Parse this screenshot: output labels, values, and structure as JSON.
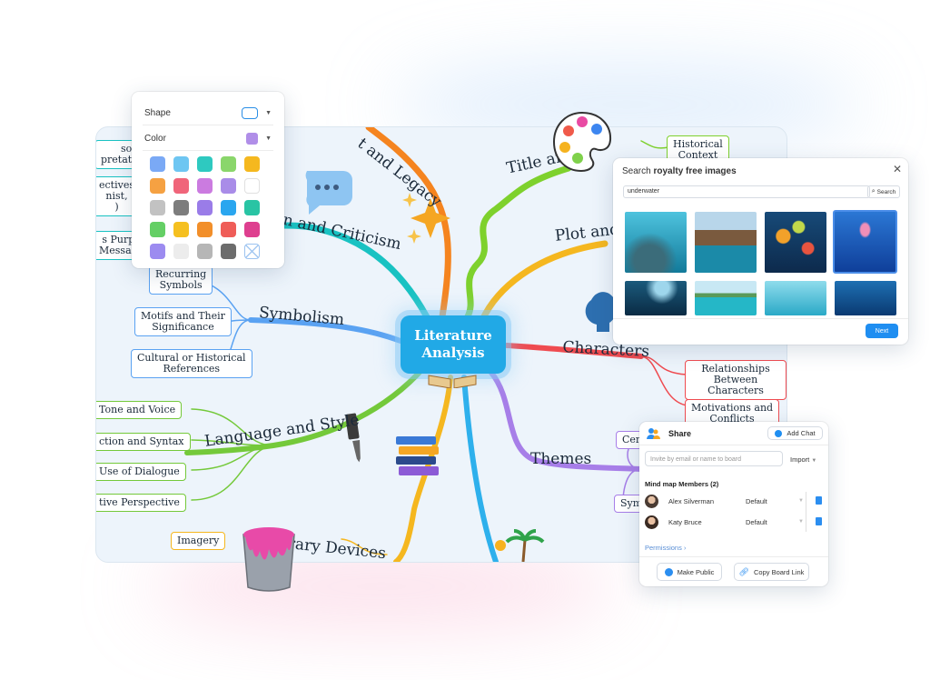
{
  "mindmap": {
    "center": "Literature Analysis",
    "branches": {
      "legacy": "t and Legacy",
      "criticism": "n and Criticism",
      "title": "Title and",
      "plot": "Plot and",
      "symbolism": "Symbolism",
      "characters": "Characters",
      "language": "Language and Style",
      "themes": "Themes",
      "devices": "rary Devices"
    },
    "nodes": {
      "personal": "sonal\npretation",
      "perspectives": "ectives\nnist,\n)",
      "purpose": "s Purpo\nMessage",
      "recurring": "Recurring\nSymbols",
      "motifs": "Motifs and Their\nSignificance",
      "cultural": "Cultural or Historical\nReferences",
      "tone": "Tone and Voice",
      "diction": "ction and Syntax",
      "dialogue": "Use of Dialogue",
      "narrative": "tive Perspective",
      "imagery": "Imagery",
      "historical": "Historical\nContext",
      "relationships": "Relationships Between\nCharacters",
      "motivations": "Motivations and\nConflicts",
      "cen": "Cen",
      "symb": "Symb"
    }
  },
  "shape_panel": {
    "shape_label": "Shape",
    "color_label": "Color",
    "selected_color": "#b08ee8",
    "swatches": [
      "#7aa9f5",
      "#6ec6f2",
      "#2ec9c0",
      "#8ad66b",
      "#f5b81f",
      "#f5a142",
      "#f0657a",
      "#cb7be0",
      "#a98ce8",
      "#ffffff",
      "#c2c2c2",
      "#7d7d7d",
      "#9a7ce8",
      "#2aa6ef",
      "#29c4a4",
      "#64cf65",
      "#f5c020",
      "#f28f2a",
      "#ef5d58",
      "#de3f8f",
      "#9c8bf0",
      "#ececec",
      "#b6b6b6",
      "#6c6c6c",
      "none"
    ]
  },
  "image_search": {
    "title_prefix": "Search ",
    "title_bold": "royalty free images",
    "query": "underwater",
    "search_button": "Search",
    "next_button": "Next",
    "close_icon": "close-icon"
  },
  "share_panel": {
    "title": "Share",
    "add_chat": "Add Chat",
    "invite_placeholder": "Invite by email or name to board",
    "import_label": "Import",
    "members_heading": "Mind map Members (2)",
    "members": [
      {
        "name": "Alex Silverman",
        "role": "Default"
      },
      {
        "name": "Katy Bruce",
        "role": "Default"
      }
    ],
    "permissions": "Permissions",
    "make_public": "Make Public",
    "copy_link": "Copy Board Link"
  },
  "colors": {
    "accent": "#1f8ef1",
    "center_node": "#21a9e6"
  }
}
